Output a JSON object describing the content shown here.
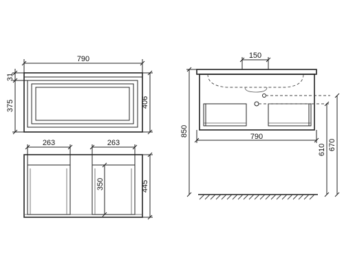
{
  "drawing": {
    "front_view": {
      "width_label": "790",
      "top_offset_label": "31",
      "drawer_height_label": "375",
      "total_height_label": "406"
    },
    "open_view": {
      "left_compartment_label": "263",
      "right_compartment_label": "263",
      "inner_height_label": "350",
      "total_height_label": "445"
    },
    "side_view": {
      "sink_width_label": "150",
      "width_label": "790",
      "floor_height_label": "850",
      "drain_height_label": "610",
      "supply_height_label": "670"
    }
  }
}
